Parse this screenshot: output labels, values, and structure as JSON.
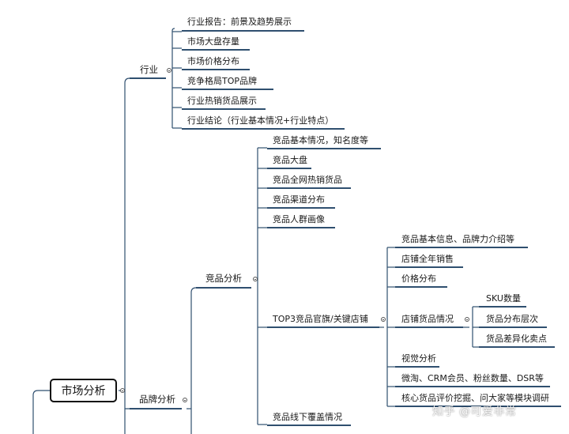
{
  "root": {
    "label": "市场分析"
  },
  "industry": {
    "label": "行业",
    "children": [
      "行业报告：前景及趋势展示",
      "市场大盘存量",
      "市场价格分布",
      "竞争格局TOP品牌",
      "行业热销货品展示",
      "行业结论（行业基本情况+行业特点）"
    ]
  },
  "brand": {
    "label": "品牌分析",
    "competitor": {
      "label": "竞品分析",
      "children": [
        "竞品基本情况，知名度等",
        "竞品大盘",
        "竞品全网热销货品",
        "竞品渠道分布",
        "竞品人群画像"
      ],
      "top3": {
        "label": "TOP3竞品官旗/关键店铺",
        "children": [
          "竞品基本信息、品牌力介绍等",
          "店铺全年销售",
          "价格分布",
          "视觉分析",
          "微淘、CRM会员、粉丝数量、DSR等",
          "核心货品评价挖掘、问大家等模块调研"
        ],
        "store_goods": {
          "label": "店铺货品情况",
          "children": [
            "SKU数量",
            "货品分布层次",
            "货品差异化卖点"
          ]
        }
      },
      "offline": "竞品线下覆盖情况"
    }
  },
  "watermark": "知乎 @可爱非常"
}
